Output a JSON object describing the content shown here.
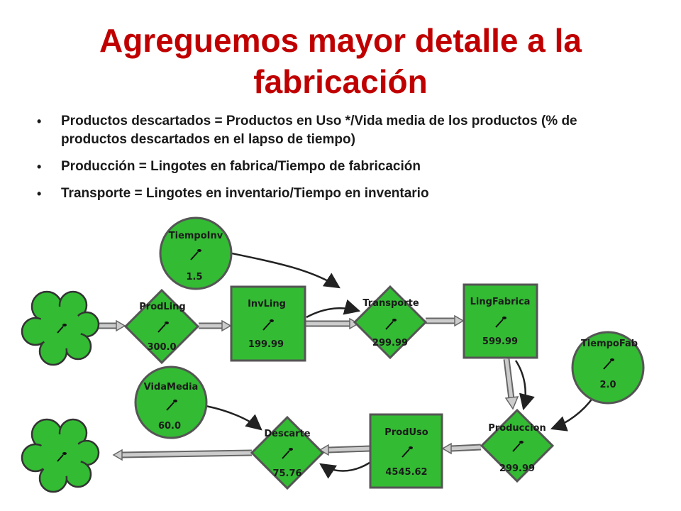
{
  "slide": {
    "title": "Agreguemos mayor detalle a la fabricación",
    "bullets": [
      "Productos descartados = Productos en Uso */Vida media de los productos (% de productos descartados en el lapso de tiempo)",
      "Producción = Lingotes en fabrica/Tiempo de fabricación",
      "Transporte = Lingotes en inventario/Tiempo en inventario"
    ]
  },
  "diagram": {
    "colors": {
      "node_fill": "#33bb33",
      "node_stroke": "#555555",
      "arrow_fill": "#c8c8c8",
      "title": "#c00000"
    },
    "nodes": {
      "tiempo_inv": {
        "label": "TiempoInv",
        "value": "1.5",
        "type": "converter"
      },
      "prod_ling": {
        "label": "ProdLing",
        "value": "300.0",
        "type": "flow"
      },
      "inv_ling": {
        "label": "InvLing",
        "value": "199.99",
        "type": "stock"
      },
      "transporte": {
        "label": "Transporte",
        "value": "299.99",
        "type": "flow"
      },
      "ling_fabrica": {
        "label": "LingFabrica",
        "value": "599.99",
        "type": "stock"
      },
      "tiempo_fab": {
        "label": "TiempoFab",
        "value": "2.0",
        "type": "converter"
      },
      "vida_media": {
        "label": "VidaMedia",
        "value": "60.0",
        "type": "converter"
      },
      "descarte": {
        "label": "Descarte",
        "value": "75.76",
        "type": "flow"
      },
      "prod_uso": {
        "label": "ProdUso",
        "value": "4545.62",
        "type": "stock"
      },
      "produccion": {
        "label": "Produccion",
        "value": "299.99",
        "type": "flow"
      }
    }
  }
}
